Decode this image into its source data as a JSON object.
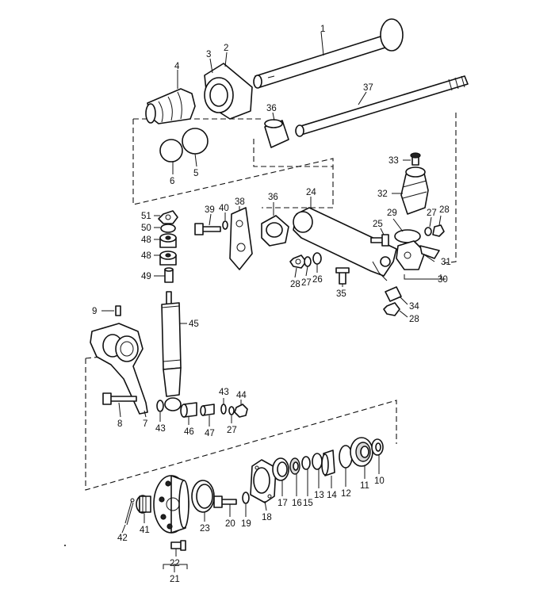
{
  "diagram": {
    "callouts": [
      {
        "id": "c1",
        "text": "1"
      },
      {
        "id": "c2",
        "text": "2"
      },
      {
        "id": "c3",
        "text": "3"
      },
      {
        "id": "c4",
        "text": "4"
      },
      {
        "id": "c5",
        "text": "5"
      },
      {
        "id": "c6",
        "text": "6"
      },
      {
        "id": "c7",
        "text": "7"
      },
      {
        "id": "c8",
        "text": "8"
      },
      {
        "id": "c9",
        "text": "9"
      },
      {
        "id": "c10",
        "text": "10"
      },
      {
        "id": "c11",
        "text": "11"
      },
      {
        "id": "c12",
        "text": "12"
      },
      {
        "id": "c13",
        "text": "13"
      },
      {
        "id": "c14",
        "text": "14"
      },
      {
        "id": "c15",
        "text": "15"
      },
      {
        "id": "c16",
        "text": "16"
      },
      {
        "id": "c17",
        "text": "17"
      },
      {
        "id": "c18",
        "text": "18"
      },
      {
        "id": "c19",
        "text": "19"
      },
      {
        "id": "c20",
        "text": "20"
      },
      {
        "id": "c21",
        "text": "21"
      },
      {
        "id": "c22",
        "text": "22"
      },
      {
        "id": "c23",
        "text": "23"
      },
      {
        "id": "c24",
        "text": "24"
      },
      {
        "id": "c25",
        "text": "25"
      },
      {
        "id": "c26",
        "text": "26"
      },
      {
        "id": "c27a",
        "text": "27"
      },
      {
        "id": "c27b",
        "text": "27"
      },
      {
        "id": "c27c",
        "text": "27"
      },
      {
        "id": "c28a",
        "text": "28"
      },
      {
        "id": "c28b",
        "text": "28"
      },
      {
        "id": "c28c",
        "text": "28"
      },
      {
        "id": "c29",
        "text": "29"
      },
      {
        "id": "c30",
        "text": "30"
      },
      {
        "id": "c31",
        "text": "31"
      },
      {
        "id": "c32",
        "text": "32"
      },
      {
        "id": "c33",
        "text": "33"
      },
      {
        "id": "c34",
        "text": "34"
      },
      {
        "id": "c35",
        "text": "35"
      },
      {
        "id": "c36a",
        "text": "36"
      },
      {
        "id": "c36b",
        "text": "36"
      },
      {
        "id": "c37",
        "text": "37"
      },
      {
        "id": "c38",
        "text": "38"
      },
      {
        "id": "c39",
        "text": "39"
      },
      {
        "id": "c40",
        "text": "40"
      },
      {
        "id": "c41",
        "text": "41"
      },
      {
        "id": "c42",
        "text": "42"
      },
      {
        "id": "c43a",
        "text": "43"
      },
      {
        "id": "c43b",
        "text": "43"
      },
      {
        "id": "c44",
        "text": "44"
      },
      {
        "id": "c45",
        "text": "45"
      },
      {
        "id": "c46",
        "text": "46"
      },
      {
        "id": "c47",
        "text": "47"
      },
      {
        "id": "c48a",
        "text": "48"
      },
      {
        "id": "c48b",
        "text": "48"
      },
      {
        "id": "c49",
        "text": "49"
      },
      {
        "id": "c50",
        "text": "50"
      },
      {
        "id": "c51",
        "text": "51"
      }
    ]
  }
}
